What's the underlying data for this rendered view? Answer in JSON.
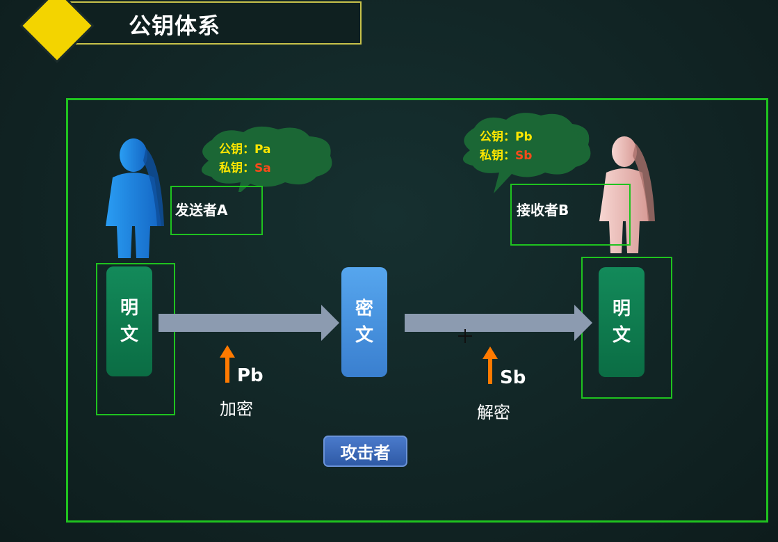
{
  "title": "公钥体系",
  "sender": {
    "label": "发送者A",
    "cloud": {
      "public_label": "公钥：",
      "public_value": "Pa",
      "private_label": "私钥：",
      "private_value": "Sa"
    }
  },
  "receiver": {
    "label": "接收者B",
    "cloud": {
      "public_label": "公钥：",
      "public_value": "Pb",
      "private_label": "私钥：",
      "private_value": "Sb"
    }
  },
  "plaintext_left": [
    "明",
    "文"
  ],
  "ciphertext": [
    "密",
    "文"
  ],
  "plaintext_right": [
    "明",
    "文"
  ],
  "encrypt": {
    "key": "Pb",
    "label": "加密"
  },
  "decrypt": {
    "key": "Sb",
    "label": "解密"
  },
  "attacker": "攻击者",
  "colors": {
    "frame_green": "#1fc31f",
    "title_diamond": "#f3d400",
    "key_arrow": "#ff7a00",
    "cloud_green": "#1b6a36",
    "sender_blue": "#1f8ee8",
    "receiver_pink": "#f2c2bd"
  }
}
